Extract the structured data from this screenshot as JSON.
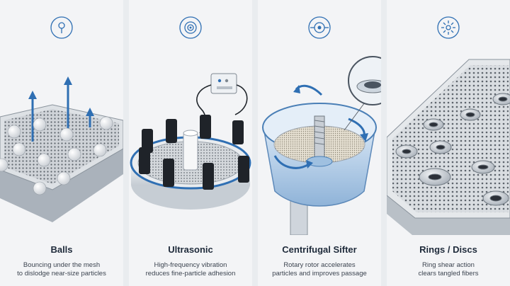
{
  "panels": [
    {
      "title": "Balls",
      "desc_line1": "Bouncing under the mesh",
      "desc_line2": "to dislodge near-size particles",
      "icon": "pin-icon"
    },
    {
      "title": "Ultrasonic",
      "desc_line1": "High-frequency vibration",
      "desc_line2": "reduces fine-particle adhesion",
      "icon": "wave-rings-icon"
    },
    {
      "title": "Centrifugal Sifter",
      "desc_line1": "Rotary rotor accelerates",
      "desc_line2": "particles and improves passage",
      "icon": "target-icon"
    },
    {
      "title": "Rings / Discs",
      "desc_line1": "Ring shear action",
      "desc_line2": "clears tangled fibers",
      "icon": "sparkle-icon"
    }
  ],
  "colors": {
    "accent": "#2f6fb3",
    "panel_bg": "#f3f4f6",
    "metal": "#cfd5dc",
    "dark": "#1f2329"
  }
}
